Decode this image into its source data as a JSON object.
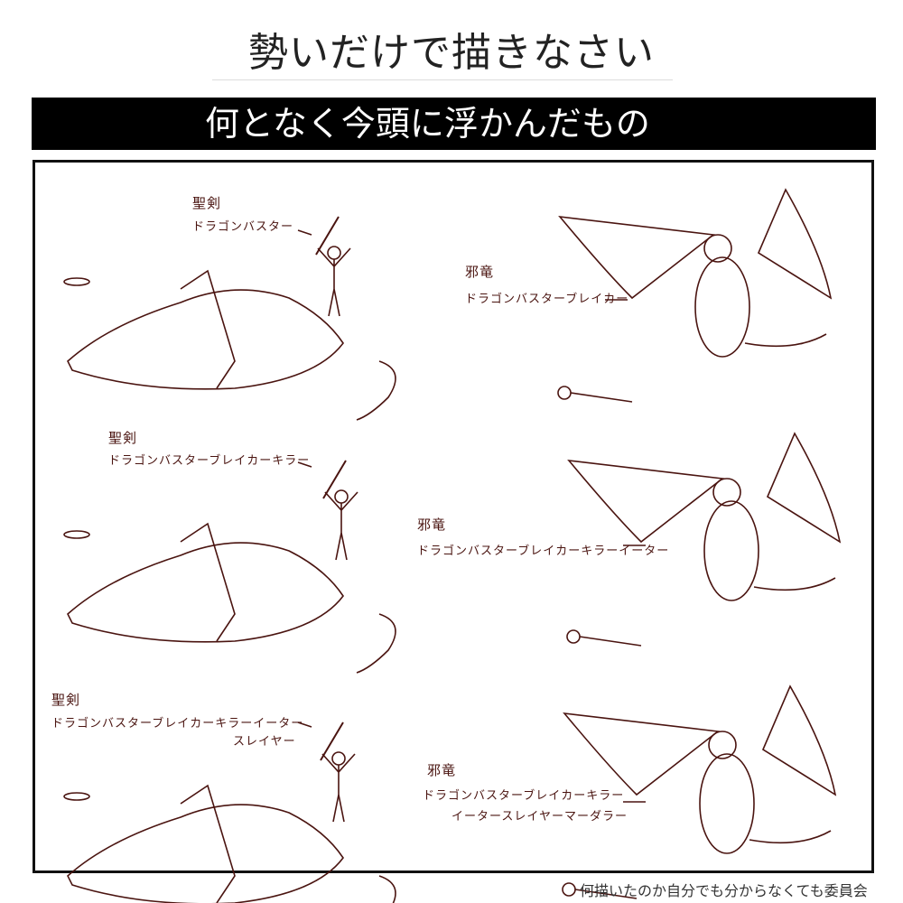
{
  "title": "勢いだけで描きなさい",
  "banner": "何となく今頭に浮かんだもの",
  "colors": {
    "ink": "#4a1410",
    "banner_bg": "#000000"
  },
  "rows": [
    {
      "sword_heading": "聖剣",
      "sword_name": [
        "ドラゴンバスター"
      ],
      "dragon_heading": "邪竜",
      "dragon_name": [
        "ドラゴンバスターブレイカー"
      ]
    },
    {
      "sword_heading": "聖剣",
      "sword_name": [
        "ドラゴンバスターブレイカーキラー"
      ],
      "dragon_heading": "邪竜",
      "dragon_name": [
        "ドラゴンバスターブレイカーキラーイーター"
      ]
    },
    {
      "sword_heading": "聖剣",
      "sword_name": [
        "ドラゴンバスターブレイカーキラーイーター",
        "スレイヤー"
      ],
      "dragon_heading": "邪竜",
      "dragon_name": [
        "ドラゴンバスターブレイカーキラー",
        "イータースレイヤーマーダラー"
      ]
    }
  ],
  "footer": "何描いたのか自分でも分からなくても委員会"
}
